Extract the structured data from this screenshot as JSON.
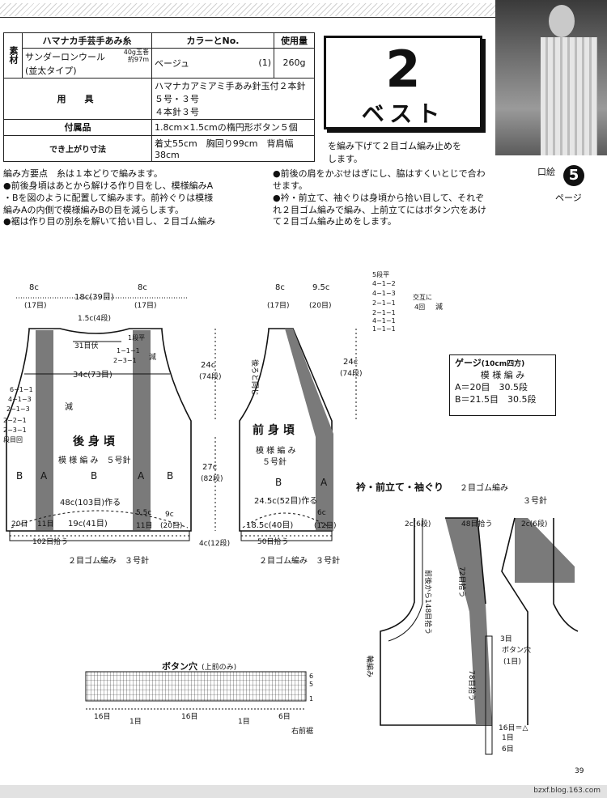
{
  "materials": {
    "section_label": "素材",
    "col_yarn": "ハマナカ手芸手あみ糸",
    "col_color": "カラーとNo.",
    "col_amount": "使用量",
    "yarn_name": "サンダーロンウール",
    "yarn_type": "(並太タイプ)",
    "yarn_spec_1": "40g玉巻",
    "yarn_spec_2": "約97m",
    "color": "ベージュ",
    "color_no": "(1)",
    "amount": "260g",
    "tools_label": "用　具",
    "tools_line1": "ハマナカアミアミ手あみ針玉付２本針５号・３号",
    "tools_line2": "４本針３号",
    "accessories_label": "付属品",
    "accessories": "1.8cm×1.5cmの楕円形ボタン５個",
    "size_label": "でき上がり寸法",
    "size": "着丈55cm　胸回り99cm　背肩幅38cm"
  },
  "title": {
    "number": "2",
    "name": "ベスト"
  },
  "note_top": "を編み下げて２目ゴム編み止めを",
  "note_top2": "します。",
  "kuchie": {
    "label": "口絵",
    "number": "5",
    "page": "ページ"
  },
  "instructions_left": [
    "編み方要点　糸は１本どりで編みます。",
    "●前後身頃はあとから解ける作り目をし、模様編みA",
    "・Bを図のように配置して編みます。前衿ぐりは模様",
    "編みAの内側で模様編みBの目を減らします。",
    "●裾は作り目の別糸を解いて拾い目し、２目ゴム編み"
  ],
  "instructions_right": [
    "●前後の肩をかぶせはぎにし、脇はすくいとじで合わ",
    "せます。",
    "●衿・前立て、袖ぐりは身頃から拾い目して、それぞ",
    "れ２目ゴム編みで編み、上前立てにはボタン穴をあけ",
    "て２目ゴム編み止めをします。"
  ],
  "gauge": {
    "title": "ゲージ",
    "unit": "(10cm四方)",
    "pattern": "模 様 編 み",
    "a": "A＝20目　30.5段",
    "b": "B＝21.5目　30.5段"
  },
  "back": {
    "title": "後 身 頃",
    "pattern": "模 様 編 み　５号針",
    "top_left": "8c",
    "top_left_st": "(17目)",
    "top_mid": "18c(39目)",
    "top_right": "8c",
    "top_right_st": "(17目)",
    "neck_depth": "1.5c(4段)",
    "neck_dec": "31目伏",
    "shoulder_dec_1": "1段平",
    "shoulder_dec_2": "1−1−1",
    "shoulder_dec_3": "2−3−1",
    "shoulder_dec_label": "減",
    "width": "34c(73目)",
    "armhole_1": "6−1−1",
    "armhole_2": "4−1−3",
    "armhole_3": "2−1−3",
    "armhole_4": "2−2−1",
    "armhole_5": "2−3−1",
    "armhole_6": "段目回",
    "armhole_label": "減",
    "height_arm": "24c",
    "height_arm_rows": "(74段)",
    "height_body": "27c",
    "height_body_rows": "(82段)",
    "height_rib": "4c(12段)",
    "letter_b": "B",
    "letter_a": "A",
    "cast_on": "48c(103目)作る",
    "side_1": "20目",
    "side_2": "11目",
    "center": "19c(41目)",
    "side_3": "11目",
    "side_r": "(20目)",
    "ht_1": "5.5c",
    "ht_2": "9c",
    "ht_1_st": "(11目)",
    "pick": "102目拾う",
    "rib": "２目ゴム編み　３号針"
  },
  "front": {
    "title": "前 身 頃",
    "pattern_1": "模 様 編 み",
    "pattern_2": "５号針",
    "top_left": "8c",
    "top_left_st": "(17目)",
    "top_right": "9.5c",
    "top_right_st": "(20目)",
    "neck_note": "後ろと同じ",
    "dec_1": "5段平",
    "dec_2": "4−1−2",
    "dec_3": "4−1−3",
    "dec_4": "2−1−1",
    "dec_5": "2−1−1",
    "dec_6": "4−1−1",
    "dec_7": "1−1−1",
    "dec_alt": "交互に",
    "dec_times": "4回",
    "dec_label": "減",
    "height_arm": "24c",
    "height_arm_rows": "(74段)",
    "letter_b": "B",
    "letter_a": "A",
    "width": "24.5c(52目)作る",
    "bottom_1": "18.5c(40目)",
    "bottom_2": "6c",
    "bottom_2_st": "(12目)",
    "pick": "50目拾う",
    "rib": "２目ゴム編み　３号針"
  },
  "collar": {
    "title": "衿・前立て・袖ぐり",
    "rib": "２目ゴム編み",
    "needle": "３号針",
    "top_l": "2c(6段)",
    "top_mid": "48目拾う",
    "top_r": "2c(6段)",
    "left_pick": "前後から148目拾う",
    "mid_pick": "72目拾う",
    "right_pick": "78目拾う",
    "rib_side": "輪編み",
    "buttonhole": "ボタン穴",
    "buttonhole_st": "(1目)",
    "r_3": "3目",
    "r_16": "16目＝△",
    "r_1": "1目",
    "r_6": "6目"
  },
  "buttonhole_chart": {
    "title": "ボタン穴",
    "subtitle": "(上前のみ)",
    "rows": [
      "6",
      "5",
      "1"
    ],
    "count_1": "16目",
    "count_2": "1目",
    "count_3": "16目",
    "count_4": "1目",
    "count_5": "6目",
    "label": "右前裾"
  },
  "page_number": "39",
  "watermark": "bzxf.blog.163.com"
}
